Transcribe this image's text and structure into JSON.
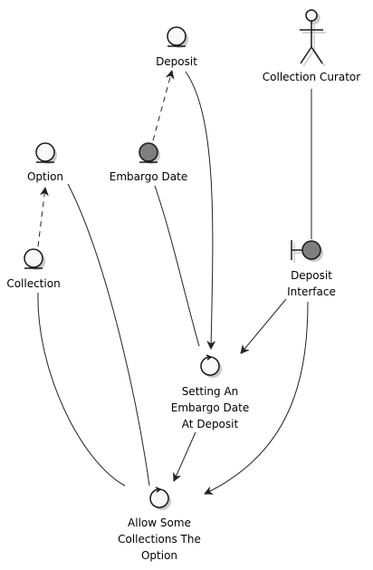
{
  "colors": {
    "background": "#ffffff",
    "node_fill_light": "#F8F8F8",
    "node_fill_dark": "#7F7F7F",
    "stroke": "#181818",
    "shadow": "#C9C9C9"
  },
  "diagram": {
    "nodes": {
      "deposit": {
        "label": "Deposit",
        "kind": "entity"
      },
      "curator": {
        "label": "Collection Curator",
        "kind": "actor"
      },
      "option": {
        "label": "Option",
        "kind": "entity"
      },
      "embargo_date": {
        "label": "Embargo Date",
        "kind": "entity-dark"
      },
      "collection": {
        "label": "Collection",
        "kind": "entity"
      },
      "deposit_interface": {
        "label_lines": [
          "Deposit",
          "Interface"
        ],
        "kind": "boundary"
      },
      "setting_embargo": {
        "label_lines": [
          "Setting An",
          "Embargo Date",
          "At Deposit"
        ],
        "kind": "control"
      },
      "allow_collections": {
        "label_lines": [
          "Allow Some",
          "Collections The",
          "Option"
        ],
        "kind": "control"
      }
    },
    "edges": [
      {
        "from": "embargo_date",
        "to": "deposit",
        "style": "dashed-arrow"
      },
      {
        "from": "collection",
        "to": "option",
        "style": "dashed-arrow"
      },
      {
        "from": "curator",
        "to": "deposit_interface",
        "style": "line"
      },
      {
        "from": "deposit",
        "to": "setting_embargo",
        "style": "arrow"
      },
      {
        "from": "embargo_date",
        "to": "setting_embargo",
        "style": "line"
      },
      {
        "from": "deposit_interface",
        "to": "setting_embargo",
        "style": "arrow"
      },
      {
        "from": "deposit_interface",
        "to": "allow_collections",
        "style": "arrow"
      },
      {
        "from": "setting_embargo",
        "to": "allow_collections",
        "style": "arrow"
      },
      {
        "from": "option",
        "to": "allow_collections",
        "style": "line"
      },
      {
        "from": "collection",
        "to": "allow_collections",
        "style": "line"
      }
    ]
  }
}
